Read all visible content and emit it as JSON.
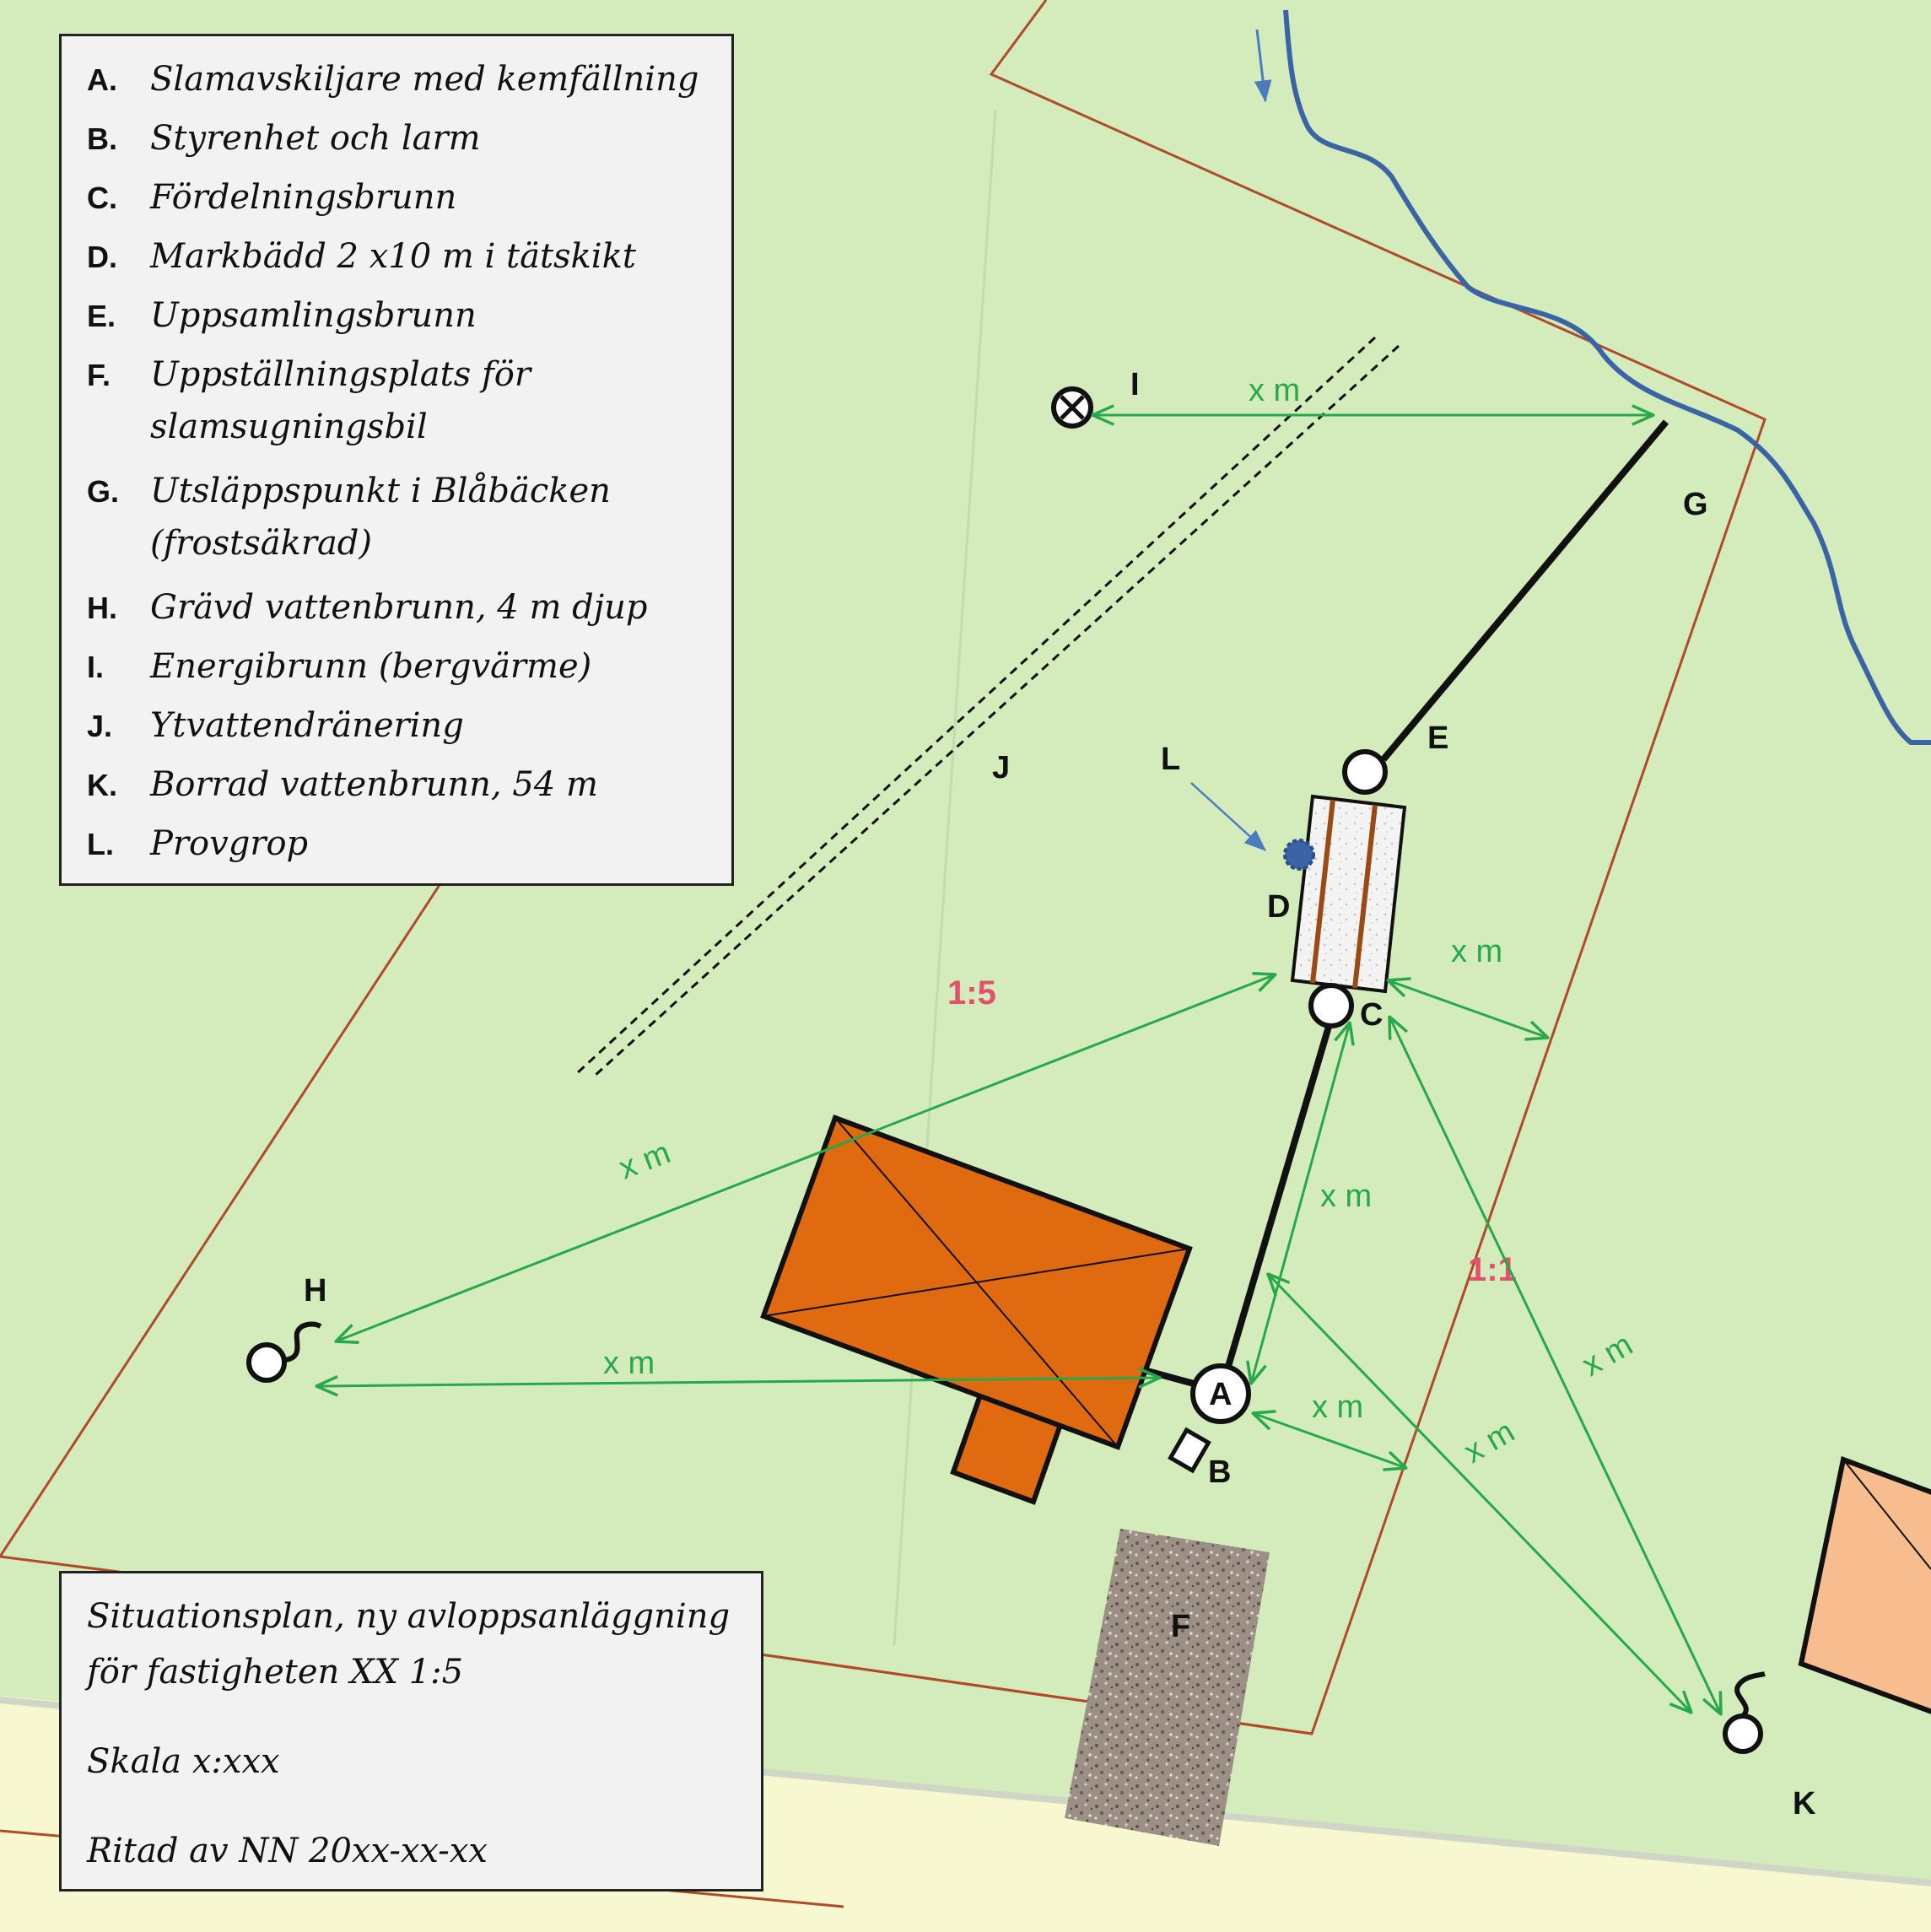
{
  "legend": [
    {
      "key": "A.",
      "text": "Slamavskiljare med kemfällning"
    },
    {
      "key": "B.",
      "text": "Styrenhet och larm"
    },
    {
      "key": "C.",
      "text": "Fördelningsbrunn"
    },
    {
      "key": "D.",
      "text": "Markbädd 2 x10 m i tätskikt"
    },
    {
      "key": "E.",
      "text": "Uppsamlingsbrunn"
    },
    {
      "key": "F.",
      "text": "Uppställningsplats för slamsugningsbil"
    },
    {
      "key": "G.",
      "text": "Utsläppspunkt i Blåbäcken (frostsäkrad)"
    },
    {
      "key": "H.",
      "text": "Grävd vattenbrunn, 4 m djup"
    },
    {
      "key": "I.",
      "text": "Energibrunn (bergvärme)"
    },
    {
      "key": "J.",
      "text": "Ytvattendränering"
    },
    {
      "key": "K.",
      "text": "Borrad vattenbrunn, 54 m"
    },
    {
      "key": "L.",
      "text": "Provgrop"
    }
  ],
  "title_box": {
    "line1": "Situationsplan, ny avloppsanläggning",
    "line2": "för fastigheten XX 1:5",
    "scale": "Skala x:xxx",
    "drawn_by": "Ritad av NN 20xx-xx-xx"
  },
  "map_labels": {
    "A": "A",
    "B": "B",
    "C": "C",
    "D": "D",
    "E": "E",
    "F": "F",
    "G": "G",
    "H": "H",
    "I": "I",
    "J": "J",
    "K": "K",
    "L": "L"
  },
  "distance_label": "x m",
  "parcel_labels": {
    "left": "1:5",
    "right": "1:1"
  },
  "colors": {
    "background": "#d4ecbb",
    "road": "#f7f7d0",
    "property_line": "#b04a2a",
    "stream": "#3a64a6",
    "house": "#e06a10",
    "neighbor_house": "#f7bd8e",
    "distance_arrow": "#27a84a",
    "slope_text": "#e2506e",
    "gravel": "#8f8278"
  }
}
